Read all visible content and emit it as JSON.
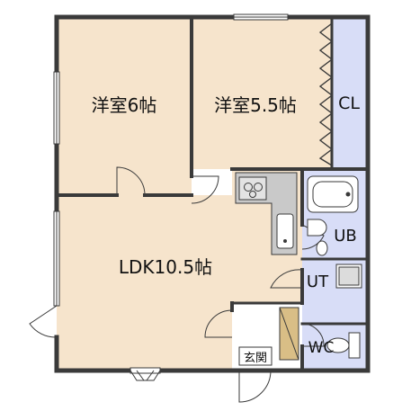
{
  "rooms": {
    "western_6": "洋室6帖",
    "western_5_5": "洋室5.5帖",
    "closet": "CL",
    "ldk": "LDK10.5帖",
    "unit_bath": "UB",
    "utility": "UT",
    "toilet": "WC",
    "entrance": "玄関"
  },
  "colors": {
    "room_floor": "#f6e4cc",
    "wet_area": "#d8ddf7",
    "wall": "#3a3a3a",
    "fixture": "#c9c9c9",
    "shoe_cabinet": "#d9be86"
  }
}
